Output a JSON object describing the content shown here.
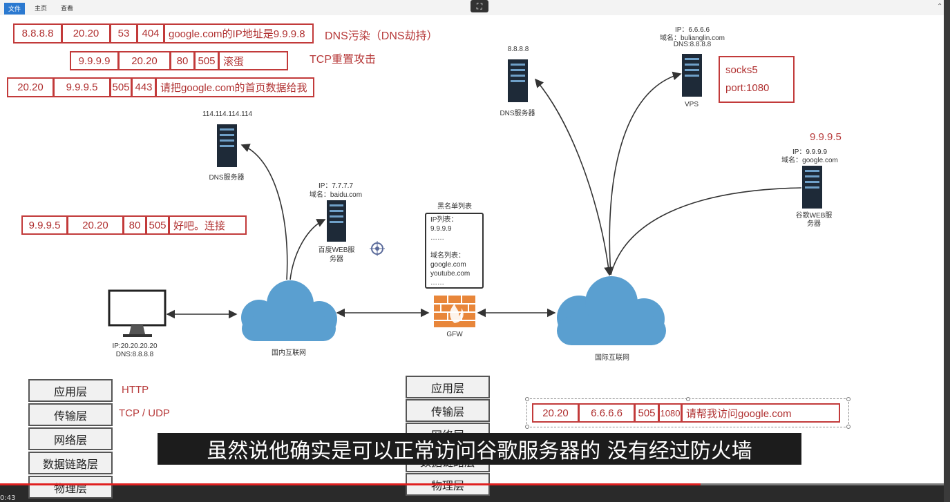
{
  "toolbar": {
    "tabs": [
      "文件",
      "主页",
      "查看"
    ]
  },
  "packets": {
    "row1": [
      "8.8.8.8",
      "20.20",
      "53",
      "404",
      "google.com的IP地址是9.9.9.8"
    ],
    "row1_note": "DNS污染（DNS劫持）",
    "row2": [
      "9.9.9.9",
      "20.20",
      "80",
      "505",
      "滚蛋"
    ],
    "row2_note": "TCP重置攻击",
    "row3": [
      "20.20",
      "9.9.9.5",
      "505",
      "443",
      "请把google.com的首页数据给我"
    ],
    "row4": [
      "9.9.9.5",
      "20.20",
      "80",
      "505",
      "好吧。连接"
    ],
    "row5": [
      "20.20",
      "6.6.6.6",
      "505",
      "1080",
      "请帮我访问google.com"
    ]
  },
  "nodes": {
    "dns_cn": {
      "ip": "114.114.114.114",
      "name": "DNS服务器"
    },
    "baidu": {
      "ip": "IP：7.7.7.7",
      "domain": "域名：baidu.com",
      "name1": "百度WEB服",
      "name2": "务器"
    },
    "dns_intl": {
      "ip": "8.8.8.8",
      "name": "DNS服务器"
    },
    "vps": {
      "ip": "IP：6.6.6.6",
      "domain": "域名：bulianglin.com",
      "dns": "DNS:8.8.8.8",
      "name": "VPS"
    },
    "google": {
      "highlight": "9.9.9.5",
      "ip": "IP：9.9.9.9",
      "domain": "域名：google.com",
      "name1": "谷歌WEB服",
      "name2": "务器"
    },
    "pc": {
      "ip": "IP:20.20.20.20",
      "dns": "DNS:8.8.8.8"
    },
    "cloud_cn": "国内互联网",
    "cloud_intl": "国际互联网",
    "gfw": "GFW"
  },
  "blacklist": {
    "title": "黑名单列表",
    "lines": [
      "IP列表：",
      "9.9.9.9",
      "……",
      "",
      "域名列表：",
      "google.com",
      "youtube.com",
      "……"
    ]
  },
  "socks": {
    "line1": "socks5",
    "line2": "port:1080"
  },
  "layers_left": [
    "应用层",
    "传输层",
    "网络层",
    "数据链路层",
    "物理层"
  ],
  "layers_right": [
    "应用层",
    "传输层",
    "网络层",
    "数据链路层",
    "物理层"
  ],
  "protocols": {
    "app": "HTTP",
    "transport": "TCP / UDP"
  },
  "video": {
    "subtitle": "虽然说他确实是可以正常访问谷歌服务器的 没有经过防火墙",
    "time": "0:43",
    "progress": 0.742
  },
  "colors": {
    "packet_red": "#c23a3a",
    "cloud_blue": "#5a9fd0",
    "firewall_orange": "#e8863a"
  }
}
